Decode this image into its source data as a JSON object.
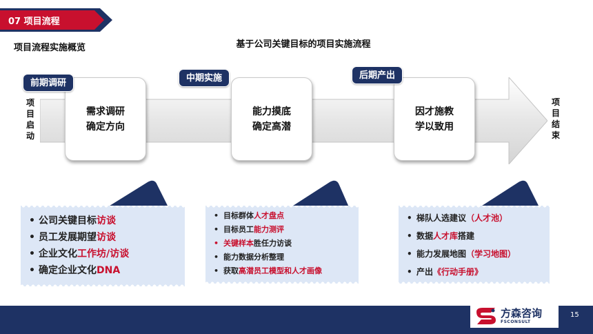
{
  "header": {
    "section_title": "07 项目流程",
    "subtitle": "项目流程实施概览",
    "center_title": "基于公司关键目标的项目实施流程"
  },
  "flow": {
    "start_label": "项目启动",
    "end_label": "项目结束",
    "phases": [
      {
        "tag": "前期调研",
        "line1": "需求调研",
        "line2": "确定方向"
      },
      {
        "tag": "中期实施",
        "line1": "能力摸底",
        "line2": "确定高潜"
      },
      {
        "tag": "后期产出",
        "line1": "因才施教",
        "line2": "学以致用"
      }
    ]
  },
  "panel1": {
    "items": [
      {
        "pre": "公司关键目标",
        "hl": "访谈",
        "post": ""
      },
      {
        "pre": "员工发展期望",
        "hl": "访谈",
        "post": ""
      },
      {
        "pre": "企业文化",
        "hl": "工作坊/访谈",
        "post": ""
      },
      {
        "pre": "确定企业文化",
        "hl": "DNA",
        "post": ""
      }
    ]
  },
  "panel2": {
    "items": [
      {
        "pre": "目标群体",
        "hl": "人才盘点",
        "post": ""
      },
      {
        "pre": "目标员工",
        "hl": "能力测评",
        "post": ""
      },
      {
        "pre": "",
        "hl": "关键样本",
        "post": "胜任力访谈"
      },
      {
        "pre": "能力数据分析整理",
        "hl": "",
        "post": ""
      },
      {
        "pre": "获取",
        "hl": "高潜员工模型和人才画像",
        "post": ""
      }
    ]
  },
  "panel3": {
    "items": [
      {
        "pre": "梯队人选建议",
        "hl": "（人才池）",
        "post": ""
      },
      {
        "pre": "数据",
        "hl": "人才库",
        "post": "搭建"
      },
      {
        "pre": "能力发展地图",
        "hl": "（学习地图）",
        "post": ""
      },
      {
        "pre": "产出",
        "hl": "《行动手册》",
        "post": ""
      }
    ]
  },
  "footer": {
    "logo_cn": "方森咨询",
    "logo_en": "FSCONSULT",
    "page_number": "15"
  },
  "colors": {
    "navy": "#1e3264",
    "accent_red": "#c8102e",
    "panel_blue": "#dde7f6"
  }
}
